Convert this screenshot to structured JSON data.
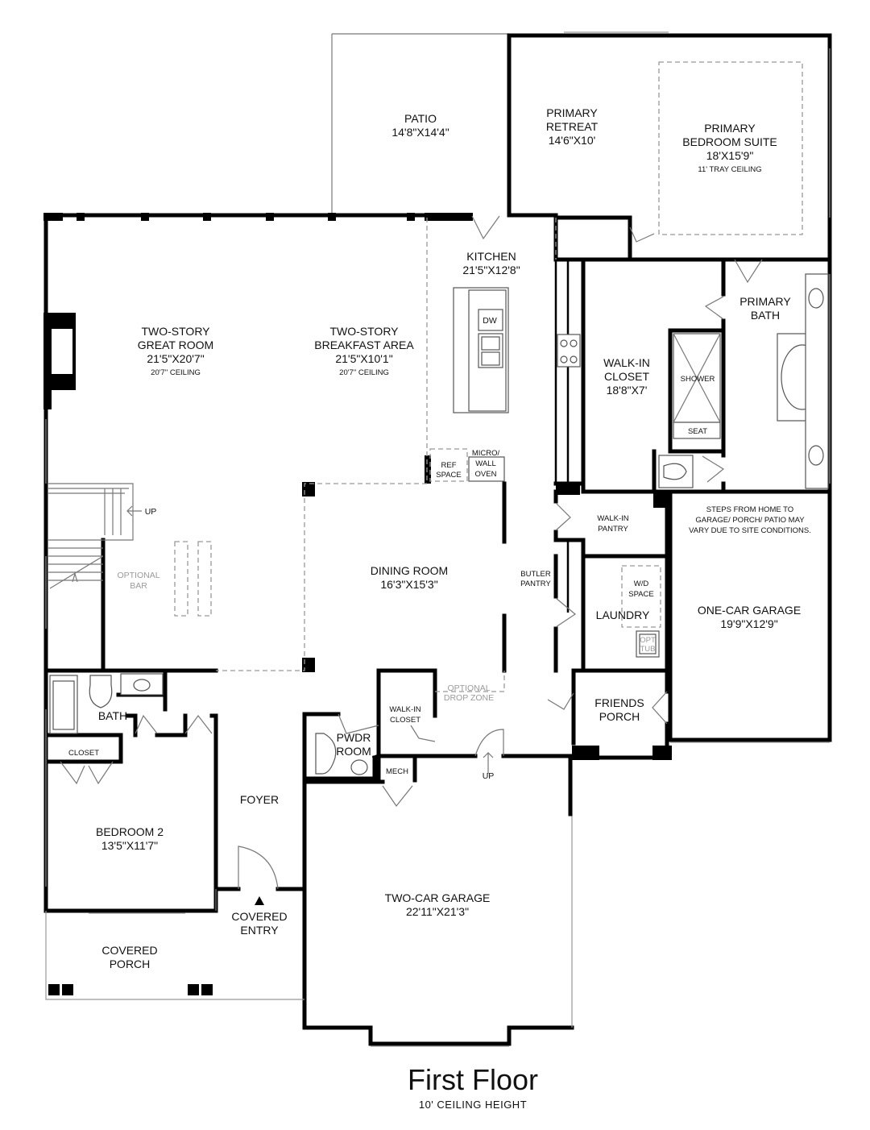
{
  "title": "First Floor",
  "subtitle": "10' CEILING HEIGHT",
  "rooms": {
    "patio": {
      "name": "PATIO",
      "dims": "14'8\"X14'4\""
    },
    "primary_retreat": {
      "line1": "PRIMARY",
      "line2": "RETREAT",
      "dims": "14'6\"X10'"
    },
    "primary_suite": {
      "line1": "PRIMARY",
      "line2": "BEDROOM SUITE",
      "dims": "18'X15'9\"",
      "note": "11' TRAY CEILING"
    },
    "kitchen": {
      "name": "KITCHEN",
      "dims": "21'5\"X12'8\""
    },
    "great_room": {
      "line1": "TWO-STORY",
      "line2": "GREAT ROOM",
      "dims": "21'5\"X20'7\"",
      "note": "20'7\" CEILING"
    },
    "breakfast": {
      "line1": "TWO-STORY",
      "line2": "BREAKFAST AREA",
      "dims": "21'5\"X10'1\"",
      "note": "20'7\" CEILING"
    },
    "primary_bath": {
      "line1": "PRIMARY",
      "line2": "BATH"
    },
    "walk_in_closet_primary": {
      "line1": "WALK-IN",
      "line2": "CLOSET",
      "dims": "18'8\"X7'"
    },
    "shower": "SHOWER",
    "seat": "SEAT",
    "dw": "DW",
    "ref_space": {
      "line1": "REF",
      "line2": "SPACE"
    },
    "micro_wall_oven": {
      "line1": "MICRO/",
      "line2": "WALL",
      "line3": "OVEN"
    },
    "up_stair": "UP",
    "optional_bar": {
      "line1": "OPTIONAL",
      "line2": "BAR"
    },
    "walk_in_pantry": {
      "line1": "WALK-IN",
      "line2": "PANTRY"
    },
    "garage_note": {
      "line1": "STEPS FROM HOME TO",
      "line2": "GARAGE/ PORCH/ PATIO MAY",
      "line3": "VARY DUE TO SITE CONDITIONS."
    },
    "dining": {
      "name": "DINING ROOM",
      "dims": "16'3\"X15'3\""
    },
    "butler_pantry": {
      "line1": "BUTLER",
      "line2": "PANTRY"
    },
    "laundry": "LAUNDRY",
    "wd_space": {
      "line1": "W/D",
      "line2": "SPACE"
    },
    "opt_tub": {
      "line1": "OPT",
      "line2": "TUB"
    },
    "one_car_garage": {
      "name": "ONE-CAR GARAGE",
      "dims": "19'9\"X12'9\""
    },
    "optional_drop_zone": {
      "line1": "OPTIONAL",
      "line2": "DROP ZONE"
    },
    "friends_porch": {
      "line1": "FRIENDS",
      "line2": "PORCH"
    },
    "bath": "BATH",
    "closet": "CLOSET",
    "walk_in_closet_hall": {
      "line1": "WALK-IN",
      "line2": "CLOSET"
    },
    "pwdr": {
      "line1": "PWDR",
      "line2": "ROOM"
    },
    "mech": "MECH",
    "up_garage": "UP",
    "foyer": "FOYER",
    "bedroom2": {
      "name": "BEDROOM 2",
      "dims": "13'5\"X11'7\""
    },
    "two_car_garage": {
      "name": "TWO-CAR GARAGE",
      "dims": "22'11\"X21'3\""
    },
    "covered_entry": {
      "line1": "COVERED",
      "line2": "ENTRY"
    },
    "covered_porch": {
      "line1": "COVERED",
      "line2": "PORCH"
    }
  }
}
